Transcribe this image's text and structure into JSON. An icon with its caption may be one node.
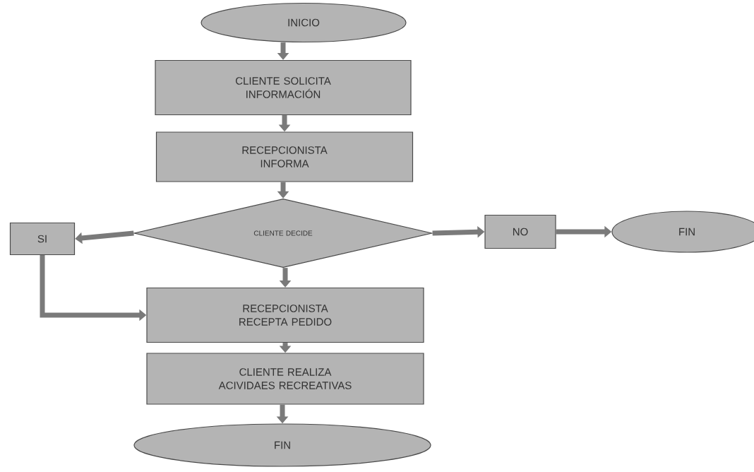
{
  "diagram": {
    "nodes": [
      {
        "text": [
          "INICIO"
        ]
      },
      {
        "text": [
          "CLIENTE SOLICITA INFORMACIÓN"
        ]
      },
      {
        "text": [
          "RECEPCIONISTA INFORMA"
        ]
      },
      {
        "text": [
          "CLIENTE DECIDE"
        ]
      },
      {
        "text": [
          "SI"
        ]
      },
      {
        "text": [
          "NO"
        ]
      },
      {
        "text": [
          "FIN"
        ]
      },
      {
        "text": [
          "RECEPCIONISTA RECEPTA PEDIDO"
        ]
      },
      {
        "text": [
          "CLIENTE REALIZA ACIVIDAES RECREATIVAS"
        ]
      },
      {
        "text": [
          "FIN"
        ]
      }
    ],
    "edges": [
      {
        "from": 0,
        "to": 1,
        "arrow": "to"
      },
      {
        "from": 1,
        "to": 2,
        "arrow": "to"
      },
      {
        "from": 2,
        "to": 3,
        "arrow": "to"
      },
      {
        "from": 3,
        "to": 4,
        "arrow": "to"
      },
      {
        "from": 3,
        "to": 5,
        "arrow": "to"
      },
      {
        "from": 5,
        "to": 6,
        "arrow": "to"
      },
      {
        "from": 4,
        "to": 7,
        "arrow": "to"
      },
      {
        "from": 3,
        "to": 7,
        "arrow": "to"
      },
      {
        "from": 7,
        "to": 8,
        "arrow": "to"
      },
      {
        "from": 8,
        "to": 9,
        "arrow": "to"
      }
    ]
  }
}
